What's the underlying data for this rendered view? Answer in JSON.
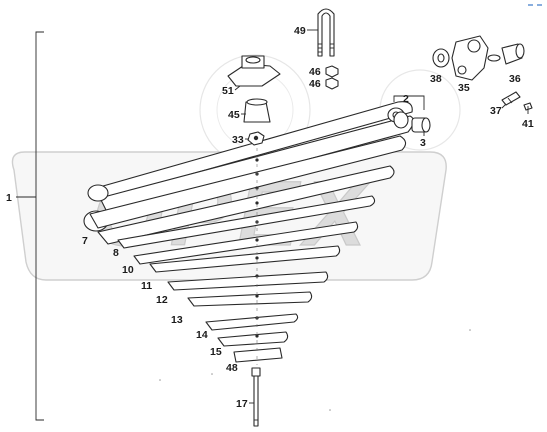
{
  "labels": {
    "l1": "1",
    "l2": "2",
    "l3": "3",
    "l7": "7",
    "l8": "8",
    "l10": "10",
    "l11": "11",
    "l12": "12",
    "l13": "13",
    "l14": "14",
    "l15": "15",
    "l48": "48",
    "l17": "17",
    "l33": "33",
    "l45": "45",
    "l51": "51",
    "l49": "49",
    "l46a": "46",
    "l46b": "46",
    "l38": "38",
    "l35": "35",
    "l36": "36",
    "l37": "37",
    "l41": "41"
  },
  "watermark": {
    "text": "OPEX"
  },
  "colors": {
    "watermark_fill": "#e9e9e9",
    "line": "#2a2a2a",
    "corner_mark": "#3a78c8"
  }
}
